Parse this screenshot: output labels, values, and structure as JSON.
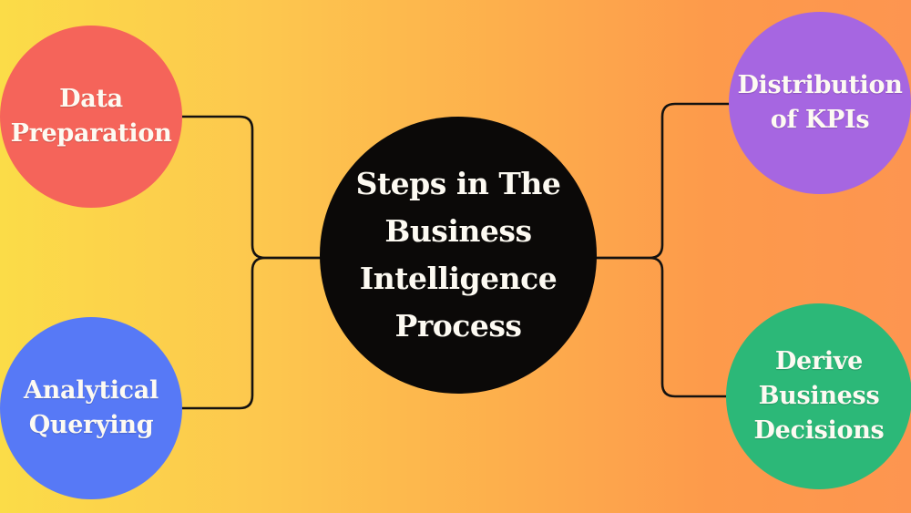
{
  "title": "Steps in The Business Intelligence Process",
  "background": {
    "gradient_left_color": "#fbdc48",
    "gradient_right_color": "#fd9550"
  },
  "connector": {
    "color": "#141210"
  },
  "center": {
    "id": "steps-in-the-business-intelligence-process",
    "color": "#0b0908",
    "text_color": "#fdfaf2",
    "lines": [
      "Steps in The",
      "Business",
      "Intelligence",
      "Process"
    ]
  },
  "nodes": [
    {
      "id": "data-preparation",
      "label": "Data Preparation",
      "color": "#f5645a",
      "position": "top-left",
      "lines": [
        "Data",
        "Preparation"
      ]
    },
    {
      "id": "analytical-querying",
      "label": "Analytical Querying",
      "color": "#5779f6",
      "position": "bottom-left",
      "lines": [
        "Analytical",
        "Querying"
      ]
    },
    {
      "id": "distribution-of-kpis",
      "label": "Distribution of KPIs",
      "color": "#a666e1",
      "position": "top-right",
      "lines": [
        "Distribution",
        "of KPIs"
      ]
    },
    {
      "id": "derive-business-decisions",
      "label": "Derive Business Decisions",
      "color": "#2cb878",
      "position": "bottom-right",
      "lines": [
        "Derive",
        "Business",
        "Decisions"
      ]
    }
  ]
}
